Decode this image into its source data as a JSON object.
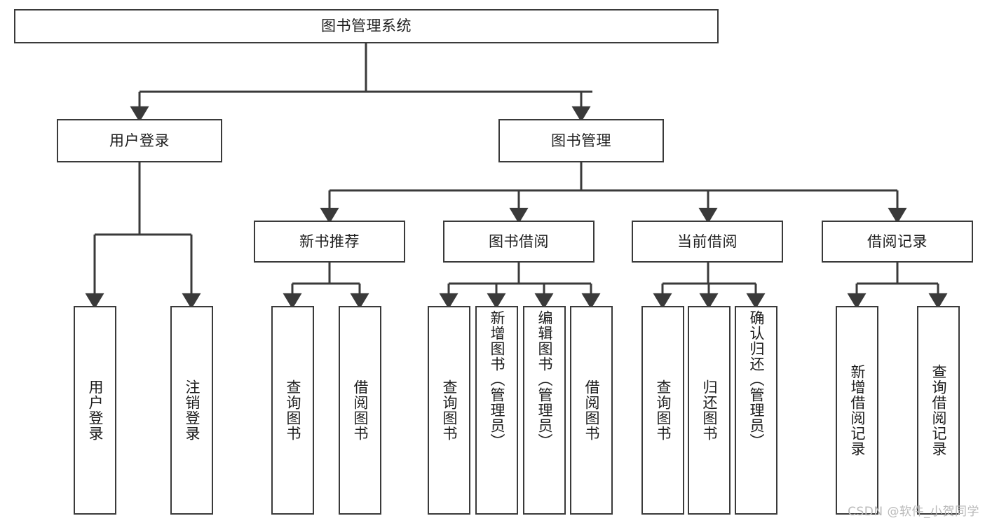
{
  "diagram": {
    "title": "图书管理系统",
    "type": "hierarchy-tree",
    "colors": {
      "stroke": "#3a3a3a",
      "fill": "#ffffff",
      "text": "#1d1d1d",
      "watermark": "#b9b9b9"
    },
    "nodes": {
      "root": {
        "label": "图书管理系统",
        "level": 1
      },
      "user_login": {
        "label": "用户登录",
        "level": 2
      },
      "book_manage": {
        "label": "图书管理",
        "level": 2
      },
      "new_book_rec": {
        "label": "新书推荐",
        "level": 3
      },
      "book_borrow": {
        "label": "图书借阅",
        "level": 3
      },
      "current_borrow": {
        "label": "当前借阅",
        "level": 3
      },
      "borrow_record": {
        "label": "借阅记录",
        "level": 3
      },
      "leaf_user_login": {
        "label": "用户登录",
        "level": 4
      },
      "leaf_logout": {
        "label": "注销登录",
        "level": 4
      },
      "leaf_query_book_1": {
        "label": "查询图书",
        "level": 4
      },
      "leaf_borrow_book_1": {
        "label": "借阅图书",
        "level": 4
      },
      "leaf_query_book_2": {
        "label": "查询图书",
        "level": 4
      },
      "leaf_add_book": {
        "label": "新增图书（管理员）",
        "level": 4
      },
      "leaf_edit_book": {
        "label": "编辑图书（管理员）",
        "level": 4
      },
      "leaf_borrow_book_2": {
        "label": "借阅图书",
        "level": 4
      },
      "leaf_query_book_3": {
        "label": "查询图书",
        "level": 4
      },
      "leaf_return_book": {
        "label": "归还图书",
        "level": 4
      },
      "leaf_confirm_return": {
        "label": "确认归还（管理员）",
        "level": 4
      },
      "leaf_add_record": {
        "label": "新增借阅记录",
        "level": 4
      },
      "leaf_query_record": {
        "label": "查询借阅记录",
        "level": 4
      }
    },
    "watermark": "CSDN @软件_小贺同学"
  }
}
